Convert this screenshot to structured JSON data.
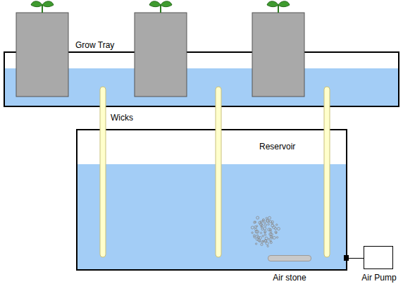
{
  "diagram": {
    "nodes": [
      {
        "text": [
          "Grow Tray"
        ]
      },
      {
        "text": [
          "Reservoir"
        ]
      },
      {
        "text": [
          "Air stone"
        ],
        "in": 1
      },
      {
        "text": [
          "Air Pump"
        ]
      }
    ],
    "edges": [
      {
        "from": 3,
        "to": 2,
        "arrow": "none"
      }
    ],
    "labels": [
      "Wicks"
    ]
  }
}
